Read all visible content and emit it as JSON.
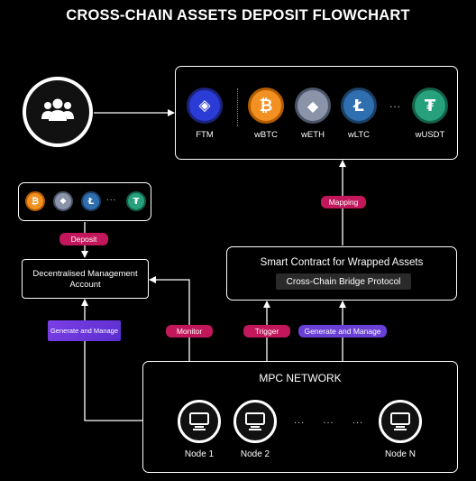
{
  "title": "CROSS-CHAIN ASSETS DEPOSIT FLOWCHART",
  "coins": [
    {
      "label": "FTM",
      "glyph": "◈",
      "color": "#2b3bd6",
      "ring": "#1a237e"
    },
    {
      "label": "wBTC",
      "glyph": "₿",
      "color": "#f29122",
      "ring": "#b35c00"
    },
    {
      "label": "wETH",
      "glyph": "◆",
      "color": "#8a93a8",
      "ring": "#4a5568"
    },
    {
      "label": "wLTC",
      "glyph": "Ł",
      "color": "#2f6fb0",
      "ring": "#1c3f66"
    },
    {
      "label": "wUSDT",
      "glyph": "₮",
      "color": "#26a17b",
      "ring": "#136048"
    }
  ],
  "ellipsis": "...",
  "small_coins": [
    {
      "glyph": "₿",
      "color": "#f29122"
    },
    {
      "glyph": "◆",
      "color": "#8a93a8"
    },
    {
      "glyph": "Ł",
      "color": "#2f6fb0"
    },
    {
      "glyph": "₮",
      "color": "#26a17b"
    }
  ],
  "labels": {
    "deposit": "Deposit",
    "mapping": "Mapping",
    "monitor": "Monitor",
    "trigger": "Trigger",
    "generate_manage": "Generate and Manage",
    "generate_manage_left": "Generate and Manage"
  },
  "account_box": {
    "line1": "Decentralised Management",
    "line2": "Account"
  },
  "smart_contract": {
    "title": "Smart Contract for Wrapped Assets",
    "protocol": "Cross-Chain Bridge Protocol"
  },
  "mpc": {
    "title": "MPC NETWORK",
    "nodes": [
      "Node 1",
      "Node 2",
      "Node N"
    ],
    "dots": "...     ...     ..."
  },
  "icons": {
    "users": "users-icon",
    "computer": "computer-icon"
  }
}
